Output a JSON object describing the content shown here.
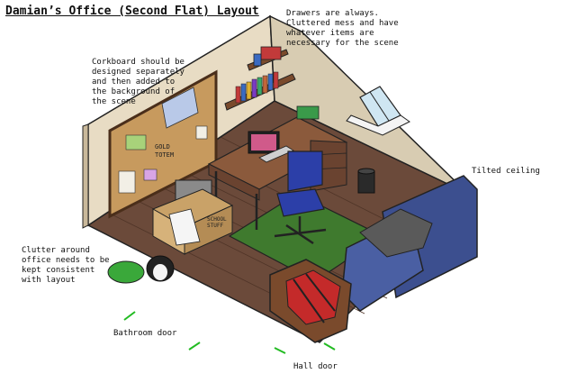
{
  "title": "Damian’s Office (Second Flat) Layout",
  "notes": {
    "drawers": "Drawers are always.\nCluttered mess and have\nwhatever items are\nnecessary for the scene",
    "corkboard": "Corkboard should be\ndesigned separately\nand then added to\nthe background of\nthe scene",
    "tilted_ceiling": "Tilted ceiling",
    "clutter": "Clutter around\noffice needs to be\nkept consistent\nwith layout",
    "bathroom_door": "Bathroom door",
    "hall_door": "Hall door"
  },
  "props": {
    "corkboard_text": "GOLD\nTOTEM",
    "box_text": "SCHOOL\nSTUFF"
  },
  "colors": {
    "floor": "#6b4a3a",
    "wall": "#e8dcc4",
    "wall_side": "#d8ccb2",
    "carpet": "#3f7a2e",
    "sofa": "#3c4f8f",
    "chair": "#2c3fa8",
    "desk": "#6a4330",
    "door_mark": "#22bb22"
  }
}
